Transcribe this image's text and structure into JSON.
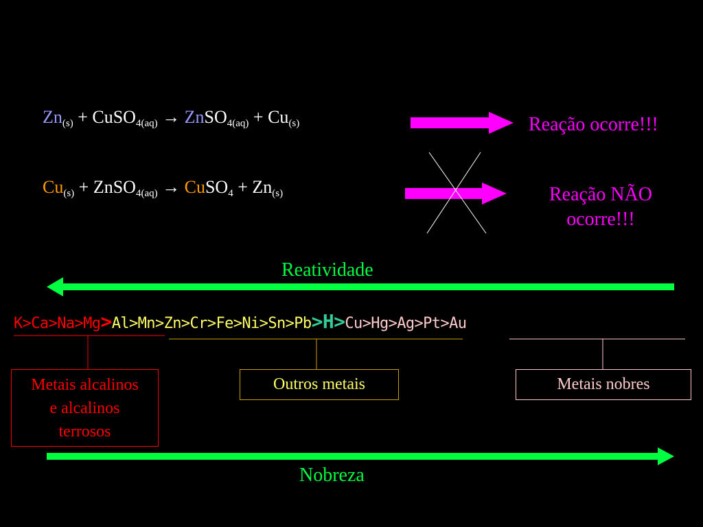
{
  "equation1": {
    "zn": "Zn",
    "s1": "(s)",
    "plus1": " + CuSO",
    "aq1": "4(aq)",
    "arrow": " → ",
    "zn2": "Zn",
    "so4": "SO",
    "aq2": "4(aq)",
    "plus2": " + Cu",
    "s2": "(s)",
    "result": "Reação ocorre!!!"
  },
  "equation2": {
    "cu": "Cu",
    "s1": "(s)",
    "plus1": " + ZnSO",
    "aq1": "4(aq)",
    "arrow": " → ",
    "cu2": "Cu",
    "so4": "SO",
    "sub4": "4",
    "plus2": " + Zn",
    "s2": "(s)",
    "result_line1": "Reação NÃO",
    "result_line2": "ocorre!!!"
  },
  "reactivity_label": "Reatividade",
  "nobility_label": "Nobreza",
  "series": {
    "alkaline": "K>Ca>Na>Mg",
    "gt1": ">",
    "others": "Al>Mn>Zn>Cr>Fe>Ni>Sn>Pb",
    "gt2": ">",
    "hydrogen": "H",
    "gt3": ">",
    "noble": "Cu>Hg>Ag>Pt>Au"
  },
  "groups": {
    "alkaline_line1": "Metais alcalinos",
    "alkaline_line2": "e alcalinos",
    "alkaline_line3": "terrosos",
    "others": "Outros metais",
    "noble": "Metais nobres"
  },
  "colors": {
    "magenta": "#ff00ff",
    "green": "#00ff40",
    "red": "#ff0000",
    "yellow": "#ffff66",
    "gold": "#c8a000",
    "pink": "#ffcccc",
    "teal": "#33cc99",
    "purple": "#9999ff",
    "orange": "#ff9900"
  }
}
